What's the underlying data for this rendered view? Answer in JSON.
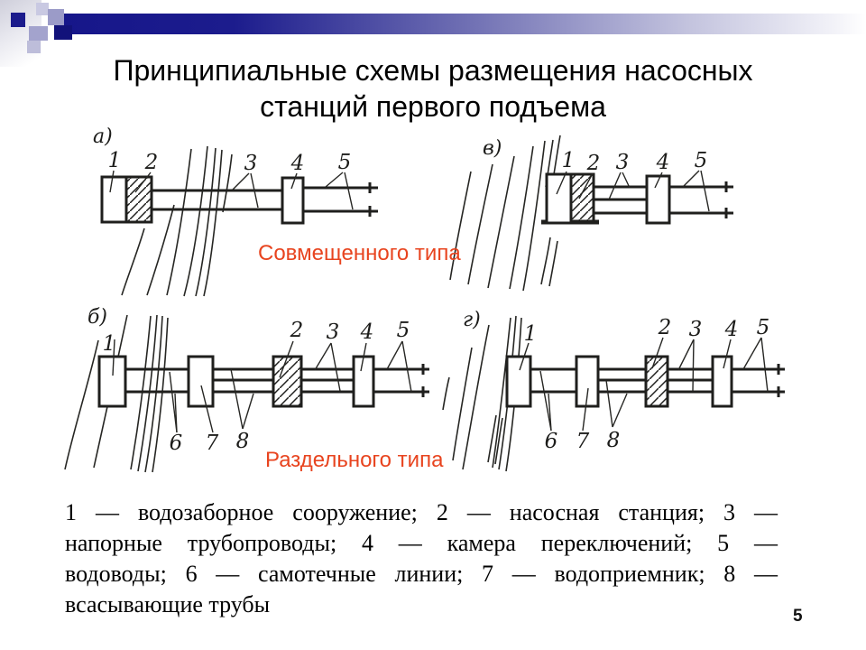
{
  "title": {
    "line1": "Принципиальные схемы размещения насосных",
    "line2": "станций первого подъема"
  },
  "type_labels": {
    "combined": "Совмещенного типа",
    "separate": "Раздельного типа"
  },
  "diagrams": {
    "a": {
      "label": "а)",
      "n1": "1",
      "n2": "2",
      "n3": "3",
      "n4": "4",
      "n5": "5"
    },
    "v": {
      "label": "в)",
      "n1": "1",
      "n2": "2",
      "n3": "3",
      "n4": "4",
      "n5": "5"
    },
    "b": {
      "label": "б)",
      "n1": "1",
      "n2": "2",
      "n3": "3",
      "n4": "4",
      "n5": "5",
      "n6": "6",
      "n7": "7",
      "n8": "8"
    },
    "g": {
      "label": "г)",
      "n1": "1",
      "n2": "2",
      "n3": "3",
      "n4": "4",
      "n5": "5",
      "n6": "6",
      "n7": "7",
      "n8": "8"
    }
  },
  "legend": {
    "lines": [
      "1 — водозаборное сооружение;  2 — насосная  станция;  3 —",
      "напорные  трубопроводы;   4 — камера переключений; 5 —",
      "водоводы; 6 — самотечные линии;  7 — водоприемник; 8 —",
      "всасывающие трубы"
    ]
  },
  "page_number": "5",
  "colors": {
    "accent_red": "#e8441f",
    "bar_navy": "#17178a"
  }
}
